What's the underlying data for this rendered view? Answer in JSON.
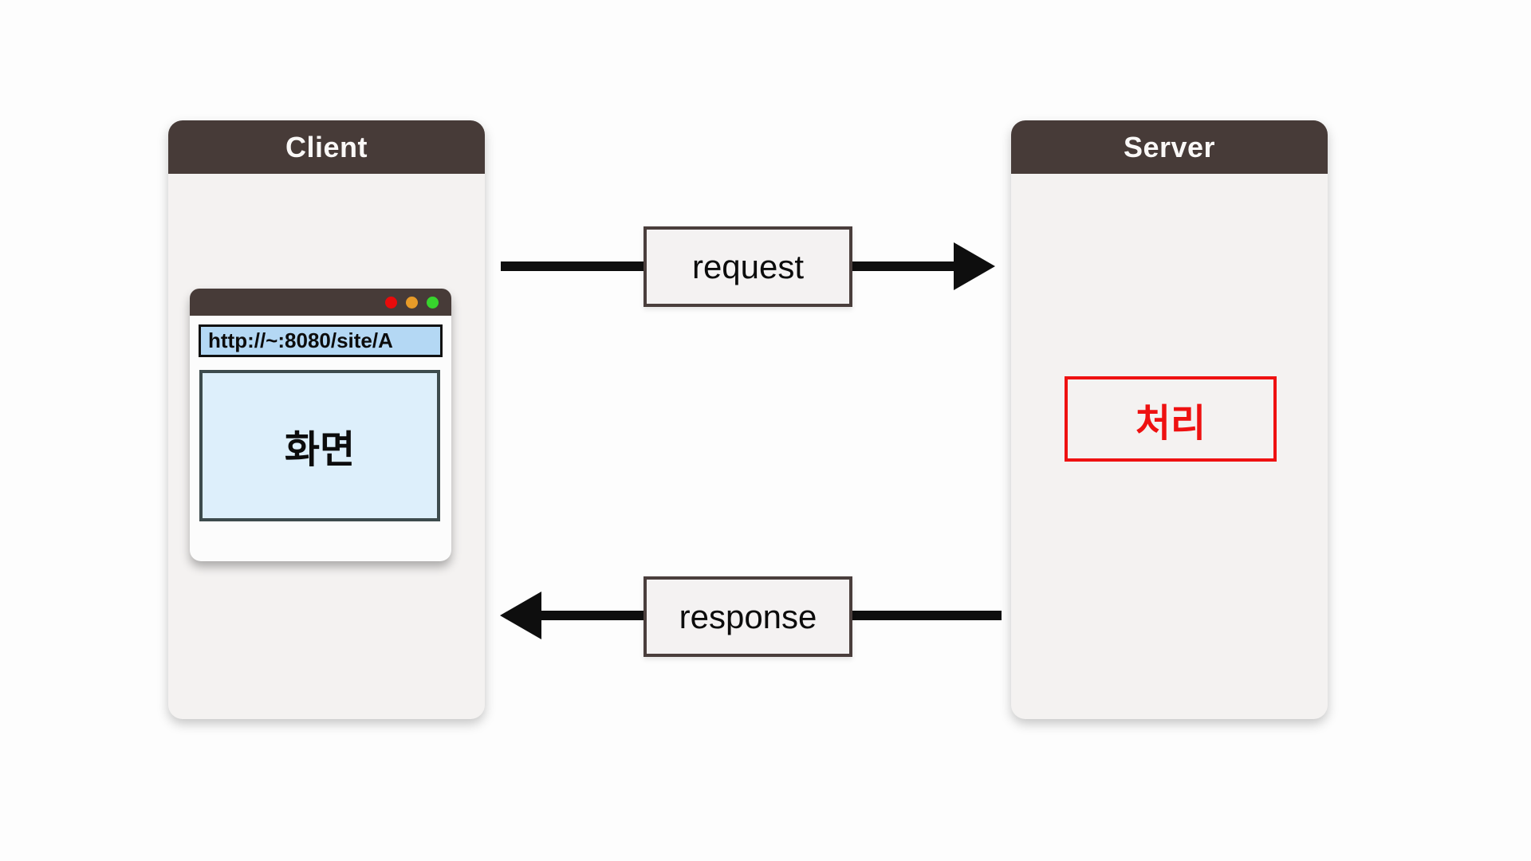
{
  "diagram": {
    "client": {
      "title": "Client",
      "browser": {
        "url": "http://~:8080/site/A",
        "screen_label": "화면",
        "traffic_lights": [
          "red",
          "orange",
          "green"
        ]
      }
    },
    "server": {
      "title": "Server",
      "process_label": "처리"
    },
    "arrows": {
      "request_label": "request",
      "response_label": "response"
    },
    "colors": {
      "header_brown": "#473b38",
      "panel_gray": "#f4f2f1",
      "label_border_brown": "#4a3e3c",
      "url_bar_blue": "#b4d8f4",
      "screen_blue": "#ddeffb",
      "screen_border": "#3d4b4d",
      "accent_red": "#ee1111",
      "dot_red": "#e80b0b",
      "dot_orange": "#e89b28",
      "dot_green": "#37d42d",
      "arrow_black": "#0e0e0e"
    }
  }
}
